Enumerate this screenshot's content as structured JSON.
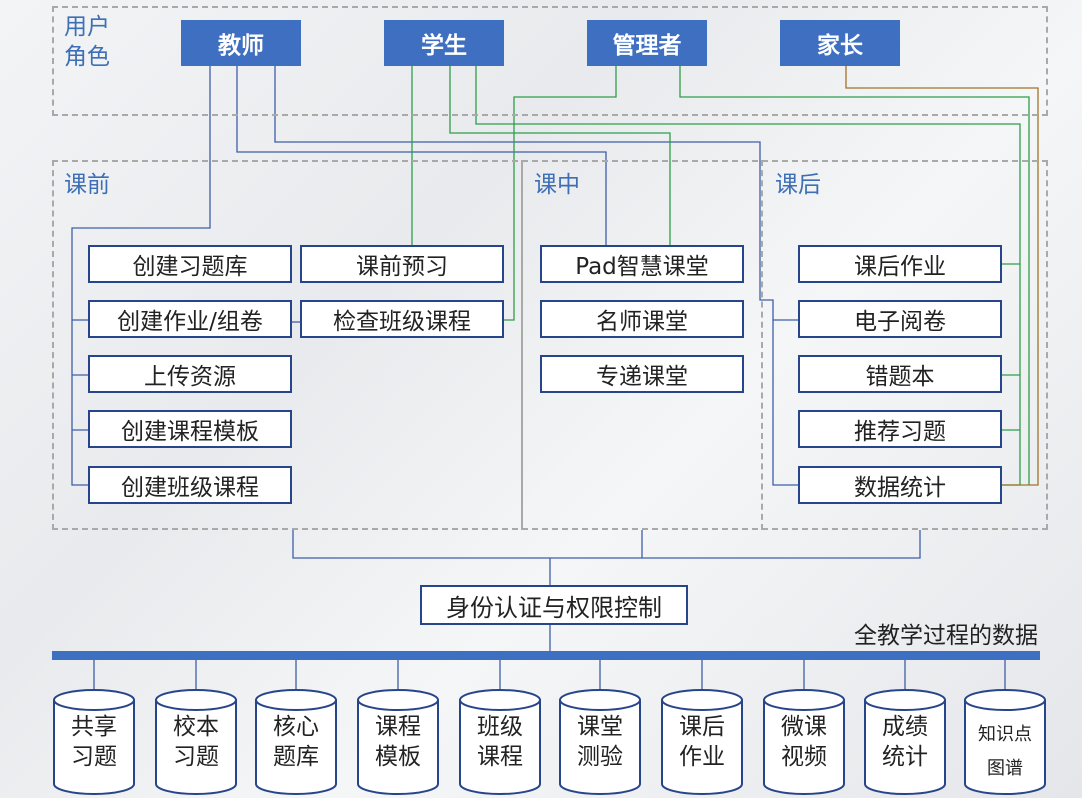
{
  "regions": {
    "user_role": [
      "用户",
      "角色"
    ],
    "pre_class": "课前",
    "in_class": "课中",
    "post_class": "课后"
  },
  "roles": [
    "教师",
    "学生",
    "管理者",
    "家长"
  ],
  "pre_class_left": [
    "创建习题库",
    "创建作业/组卷",
    "上传资源",
    "创建课程模板",
    "创建班级课程"
  ],
  "pre_class_right": [
    "课前预习",
    "检查班级课程"
  ],
  "in_class": [
    "Pad智慧课堂",
    "名师课堂",
    "专递课堂"
  ],
  "post_class": [
    "课后作业",
    "电子阅卷",
    "错题本",
    "推荐习题",
    "数据统计"
  ],
  "auth": "身份认证与权限控制",
  "bus_label": "全教学过程的数据",
  "databases": [
    [
      "共享",
      "习题"
    ],
    [
      "校本",
      "习题"
    ],
    [
      "核心",
      "题库"
    ],
    [
      "课程",
      "模板"
    ],
    [
      "班级",
      "课程"
    ],
    [
      "课堂",
      "测验"
    ],
    [
      "课后",
      "作业"
    ],
    [
      "微课",
      "视频"
    ],
    [
      "成绩",
      "统计"
    ],
    [
      "知识点",
      "图谱"
    ]
  ],
  "colors": {
    "role_fill": "#3f6fc0",
    "box_border": "#27458a",
    "teacher_line": "#3d5fa8",
    "student_line": "#2e9e4a",
    "parent_line": "#a0742a",
    "region_label": "#3d6fb6"
  }
}
